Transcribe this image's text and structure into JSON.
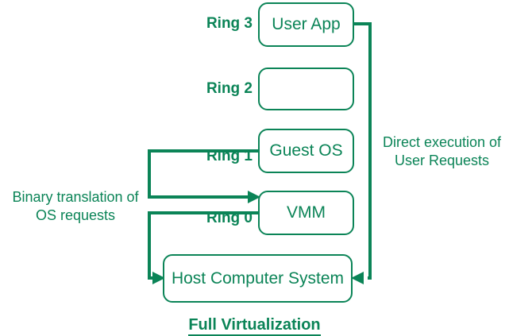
{
  "diagram": {
    "title": "Full Virtualization",
    "accent_color": "#0b8457",
    "background_color": "#ffffff",
    "nodes": [
      {
        "id": "user-app",
        "label": "User App"
      },
      {
        "id": "ring2-box",
        "label": ""
      },
      {
        "id": "guest-os",
        "label": "Guest OS"
      },
      {
        "id": "vmm",
        "label": "VMM"
      },
      {
        "id": "host",
        "label": "Host Computer System"
      }
    ],
    "ring_labels": [
      {
        "id": "ring-3",
        "label": "Ring 3"
      },
      {
        "id": "ring-2",
        "label": "Ring 2"
      },
      {
        "id": "ring-1",
        "label": "Ring 1"
      },
      {
        "id": "ring-0",
        "label": "Ring 0"
      }
    ],
    "annotations": [
      {
        "id": "binary-translation",
        "label": "Binary translation of\nOS requests"
      },
      {
        "id": "direct-execution",
        "label": "Direct execution of\nUser Requests"
      }
    ]
  }
}
